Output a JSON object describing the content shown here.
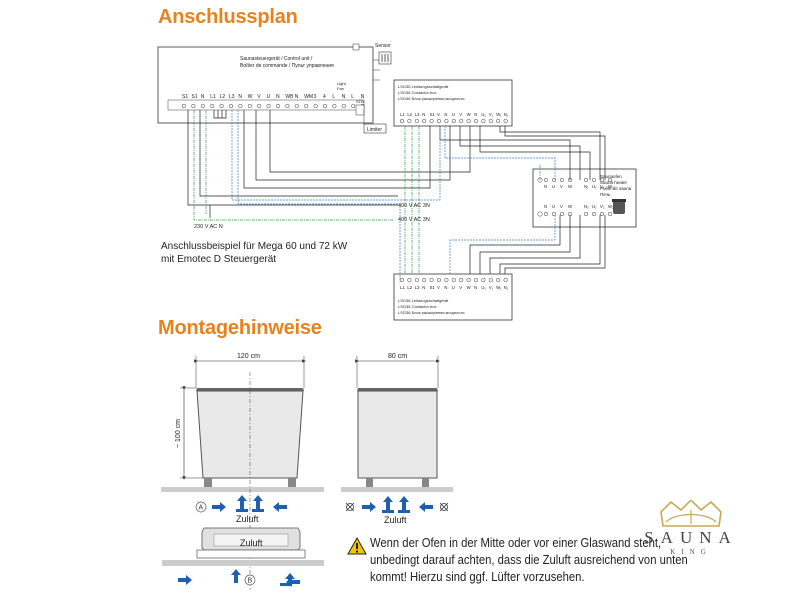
{
  "headings": {
    "plan": "Anschlussplan",
    "mounting": "Montagehinweise"
  },
  "control_unit": {
    "lines": [
      "Saunasteuergerät / Control unit /",
      "Boîtier de commande / Пульт управления"
    ],
    "terminals": [
      "S1",
      "S1",
      "N",
      "L1",
      "L2",
      "L3",
      "N",
      "W",
      "V",
      "U",
      "N",
      "WB",
      "N",
      "WM",
      "3",
      "4",
      "L",
      "N",
      "L",
      "N"
    ],
    "fan_label": "Fan",
    "light_label": "Light",
    "stb_label": "STB",
    "limiter_label": "Limiter",
    "sensor_label": "Sensor"
  },
  "contactor_box": {
    "lines": [
      "LSG36 Leistungsschaltgerät",
      "LSG36 Contactor box",
      "LSG36 Блок расширения мощности"
    ],
    "terminals": [
      "L1",
      "L2",
      "L3",
      "N",
      "S1",
      "V",
      "N",
      "U",
      "V",
      "W",
      "N",
      "U₁",
      "V₁",
      "W₁",
      "N₁"
    ]
  },
  "heater": {
    "lines": [
      "Saunaofen",
      "Sauna heater",
      "Poêle de sauna",
      "Печь"
    ],
    "terminals_top": [
      "N",
      "U",
      "V",
      "W",
      "N₁",
      "U₁",
      "V₁",
      "W₁"
    ],
    "terminals_bottom": [
      "N",
      "U",
      "V",
      "W",
      "N₂",
      "U₂",
      "V₂",
      "W₂"
    ]
  },
  "labels": {
    "supply_230": "230 V AC N",
    "supply_400_a": "400 V AC 3N",
    "supply_400_b": "400 V AC 3N",
    "example": [
      "Anschlussbeispiel für Mega 60 und 72 kW",
      "mit Emotec D Steuergerät"
    ]
  },
  "mounting": {
    "width_front": "120 cm",
    "width_side": "80 cm",
    "height": "~ 100 cm",
    "zuluft_a": "Zuluft",
    "zuluft_b": "Zuluft",
    "zuluft_c": "Zuluft",
    "marker_a": "A",
    "marker_b": "B"
  },
  "warning": {
    "lines": [
      "Wenn der Ofen in der Mitte oder vor einer Glaswand steht,",
      "unbedingt darauf achten, dass die Zuluft ausreichend von unten",
      "kommt! Hierzu sind ggf. Lüfter vorzusehen."
    ]
  },
  "logo": {
    "name": "SAUNA",
    "sub": "KING"
  },
  "colors": {
    "heading": "#e8821e",
    "arrow": "#1f5fb0",
    "green_wire": "#2e9a4a",
    "blue_wire": "#3a7fd0",
    "gold": "#c8a85a"
  }
}
